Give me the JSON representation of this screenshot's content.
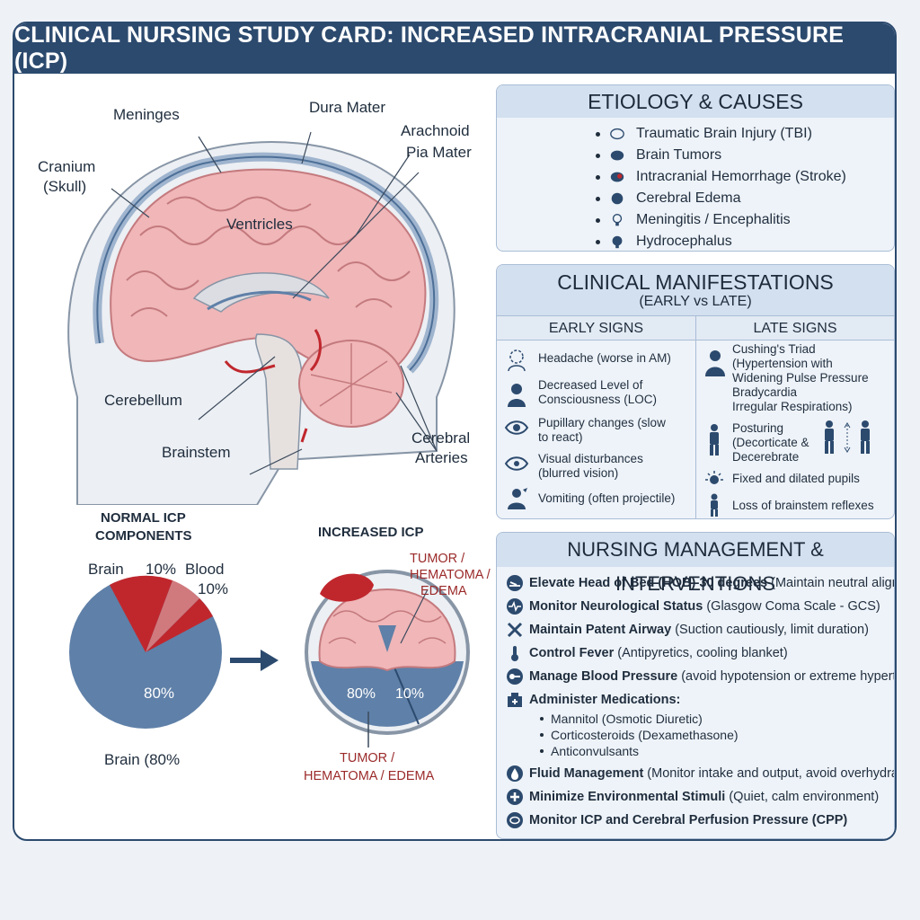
{
  "title": "CLINICAL NURSING STUDY CARD: INCREASED INTRACRANIAL PRESSURE (ICP)",
  "anatomy": {
    "meninges": "Meninges",
    "dura_mater": "Dura Mater",
    "arachnoid": "Arachnoid",
    "pia_mater": "Pia Mater",
    "cranium_1": "Cranium",
    "cranium_2": "(Skull)",
    "ventricles": "Ventricles",
    "cerebellum": "Cerebellum",
    "brainstem": "Brainstem",
    "cerebral_arteries_1": "Cerebral",
    "cerebral_arteries_2": "Arteries"
  },
  "normal_icp": {
    "title_1": "NORMAL ICP",
    "title_2": "COMPONENTS",
    "label_brain": "Brain",
    "label_10": "10%",
    "label_blood": "Blood",
    "label_blood_pct": "10%",
    "label_80": "80%",
    "caption": "Brain (80%"
  },
  "increased_icp": {
    "title": "INCREASED ICP",
    "mass_label_1": "TUMOR /",
    "mass_label_2": "HEMATOMA /",
    "mass_label_3": "EDEMA",
    "pct_80": "80%",
    "pct_10": "10%",
    "bottom_label_1": "TUMOR /",
    "bottom_label_2": "HEMATOMA / EDEMA"
  },
  "etiology": {
    "heading": "ETIOLOGY & CAUSES",
    "items": [
      "Traumatic Brain Injury (TBI)",
      "Brain Tumors",
      "Intracranial Hemorrhage (Stroke)",
      "Cerebral Edema",
      "Meningitis / Encephalitis",
      "Hydrocephalus"
    ]
  },
  "clinical": {
    "heading": "CLINICAL MANIFESTATIONS",
    "subheading": "(EARLY vs LATE)",
    "early_heading": "EARLY SIGNS",
    "late_heading": "LATE SIGNS",
    "early": [
      "Headache (worse in AM)",
      "Decreased Level of",
      "Consciousness (LOC)",
      "Pupillary changes (slow",
      "to react)",
      "Visual disturbances",
      "(blurred vision)",
      "Vomiting (often projectile)"
    ],
    "late": [
      "Cushing's Triad",
      "(Hypertension with",
      "Widening Pulse Pressure",
      "Bradycardia",
      "Irregular Respirations)",
      "Posturing",
      "(Decorticate &",
      "Decerebrate",
      "Fixed and dilated pupils",
      "Loss of brainstem reflexes"
    ]
  },
  "management": {
    "heading": "NURSING MANAGEMENT & INTERVENTIONS",
    "items": [
      {
        "bold": "Elevate Head of Bed (HOB) 30 degrees",
        "rest": "(Maintain neutral alignment)"
      },
      {
        "bold": "Monitor Neurological Status",
        "rest": "(Glasgow Coma Scale - GCS)"
      },
      {
        "bold": "Maintain Patent Airway",
        "rest": "(Suction cautiously, limit duration)"
      },
      {
        "bold": "Control Fever",
        "rest": "(Antipyretics, cooling blanket)"
      },
      {
        "bold": "Manage Blood Pressure",
        "rest": "(avoid hypotension or extreme hypertension)"
      },
      {
        "bold": "Administer Medications:",
        "rest": ""
      },
      {
        "bold": "Fluid Management",
        "rest": "(Monitor intake and output, avoid overhydration)"
      },
      {
        "bold": "Minimize Environmental Stimuli",
        "rest": "(Quiet, calm environment)"
      },
      {
        "bold": "Monitor ICP and Cerebral Perfusion Pressure (CPP)",
        "rest": ""
      }
    ],
    "meds": [
      "Mannitol (Osmotic Diuretic)",
      "Corticosteroids (Dexamethasone)",
      "Anticonvulsants"
    ]
  },
  "colors": {
    "navy": "#2c4a6e",
    "brain_pink": "#f0b6b8",
    "blood_red": "#c0272d",
    "csf_blue": "#5f80a8"
  }
}
